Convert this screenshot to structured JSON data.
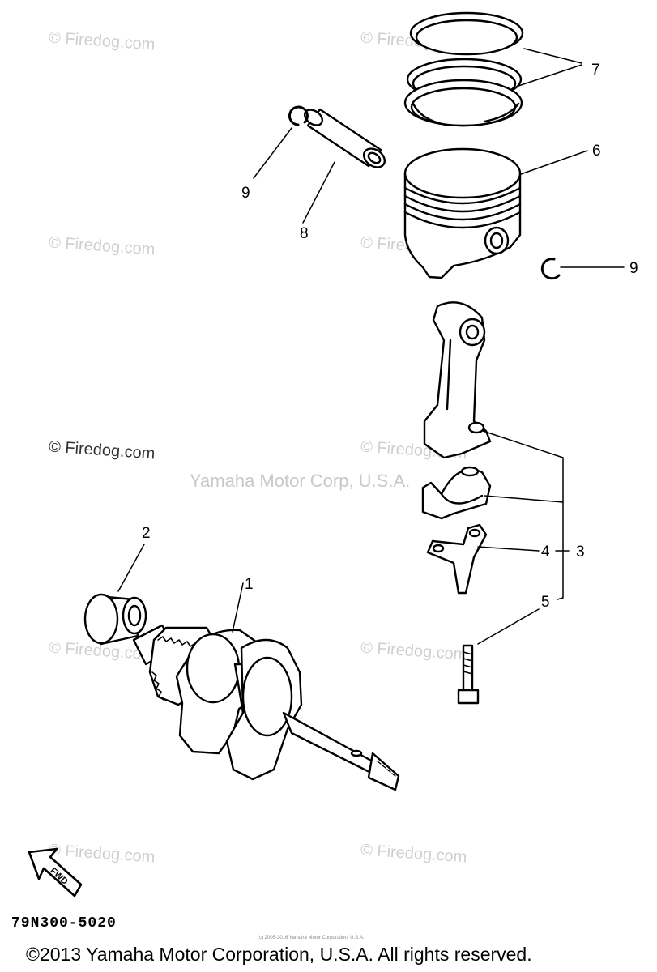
{
  "callouts": {
    "c1": "1",
    "c2": "2",
    "c3": "3",
    "c4": "4",
    "c5": "5",
    "c6": "6",
    "c7": "7",
    "c8": "8",
    "c9a": "9",
    "c9b": "9"
  },
  "arrow_label": "FWD",
  "part_code": "79N300-5020",
  "watermark": "© Firedog.com",
  "center_watermark": "Yamaha Motor Corp, U.S.A.",
  "tiny_line": "(c) 2005-2016 Yamaha Motor Corporation, U.S.A.",
  "copyright": "©2013 Yamaha Motor Corporation, U.S.A. All rights reserved."
}
